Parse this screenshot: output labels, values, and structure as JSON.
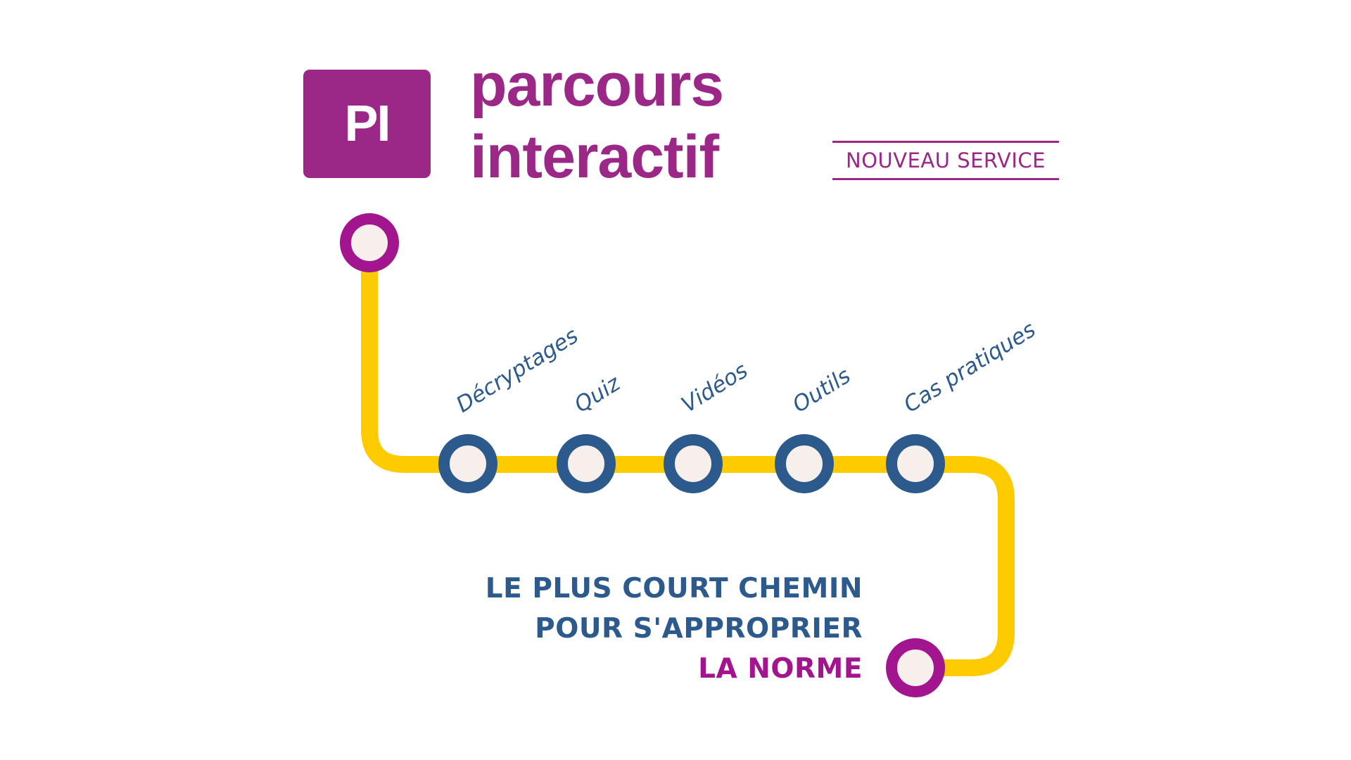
{
  "logo": {
    "initials": "PI",
    "title_line1": "parcours",
    "title_line2": "interactif"
  },
  "badge": "NOUVEAU SERVICE",
  "stations": [
    {
      "label": "Décryptages"
    },
    {
      "label": "Quiz"
    },
    {
      "label": "Vidéos"
    },
    {
      "label": "Outils"
    },
    {
      "label": "Cas pratiques"
    }
  ],
  "tagline": {
    "line1": "LE PLUS COURT CHEMIN",
    "line2": "POUR S'APPROPRIER",
    "line3": "LA NORME"
  },
  "colors": {
    "brand": "#9b2787",
    "terminal": "#a3148f",
    "station": "#2d5a8c",
    "line": "#fecb00",
    "fill": "#f6efec"
  }
}
